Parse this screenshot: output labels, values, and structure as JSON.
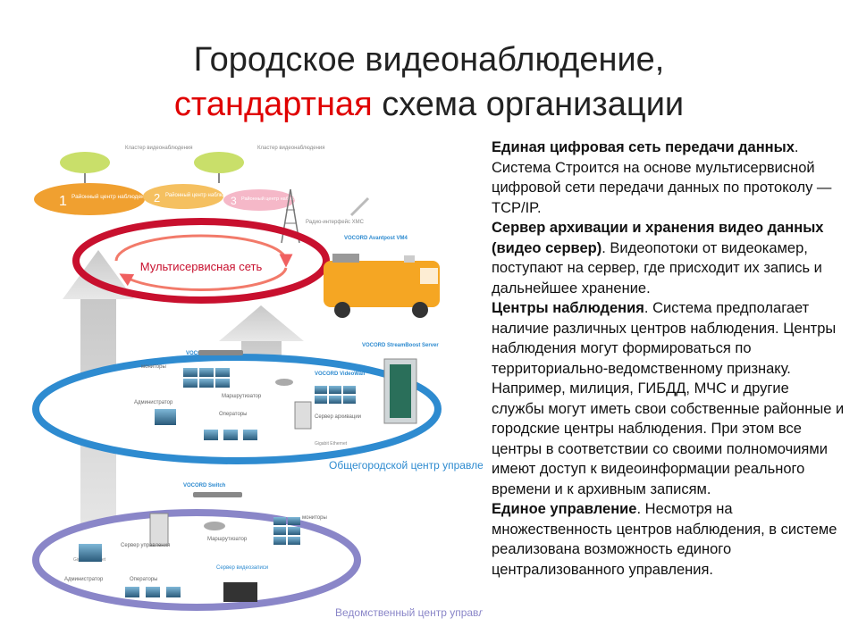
{
  "title": {
    "line1": "Городское видеонаблюдение,",
    "line2_red": "стандартная",
    "line2_rest": " схема организации"
  },
  "diagram": {
    "cluster1": "Кластер видеонаблюдения",
    "cluster2": "Кластер видеонаблюдения",
    "center1_num": "1",
    "center1_label": "Районный центр наблюдения",
    "center2_num": "2",
    "center2_label": "Районный центр наблюдения",
    "center3_num": "3",
    "center3_label": "Районный центр наблюдения",
    "radio_label": "Радио-интерфейс ХМС",
    "network_label": "Мультисервисная сеть",
    "avantpost_label": "VOCORD Avantpost VM4",
    "city": {
      "streambox": "VOCORD StreamBoost Server",
      "switch": "VOCORD Switch",
      "monitors": "мониторы",
      "router": "Маршрутизатор",
      "videowall": "VOCORD VideoWall",
      "admin": "Администратор",
      "operators": "Операторы",
      "archive_server": "Сервер архивации",
      "gigabit": "Gigabit Ethernet",
      "name": "Общегородской центр управления"
    },
    "dept": {
      "switch": "VOCORD Switch",
      "monitors": "мониторы",
      "control_server": "Сервер управления",
      "router": "Маршрутизатор",
      "gigabit": "Gigabit Ethernet",
      "video_server": "Сервер видеозаписи",
      "admin": "Администратор",
      "operators": "Операторы",
      "name": "Ведомственный центр управления"
    }
  },
  "description": [
    {
      "bold": "Единая цифровая сеть передачи данных",
      "text": ". Система Строится на основе мультисервисной цифровой сети передачи данных по протоколу — TCP/IP."
    },
    {
      "bold": "Сервер архивации и хранения видео данных (видео сервер)",
      "text": ". Видеопотоки от видеокамер, поступают на сервер, где присходит их запись и дальнейшее хранение."
    },
    {
      "bold": "Центры наблюдения",
      "text": ". Система предполагает наличие различных центров наблюдения. Центры наблюдения могут формироваться по территориально-ведомственному признаку. Например, милиция, ГИБДД, МЧС и другие службы могут иметь свои собственные районные и городские центры наблюдения. При этом все центры в соответствии со своими полномочиями имеют доступ к видеоинформации реального времени и к архивным записям."
    },
    {
      "bold": "Единое управление",
      "text": ". Несмотря на множественность центров наблюдения, в системе реализована возможность единого централизованного управления."
    }
  ],
  "colors": {
    "title_red": "#e00000",
    "network_red": "#c8102e",
    "city_blue": "#2e8bd0",
    "dept_lilac": "#8a86c8",
    "center_orange": "#f0a030",
    "bus_orange": "#f5a623"
  }
}
